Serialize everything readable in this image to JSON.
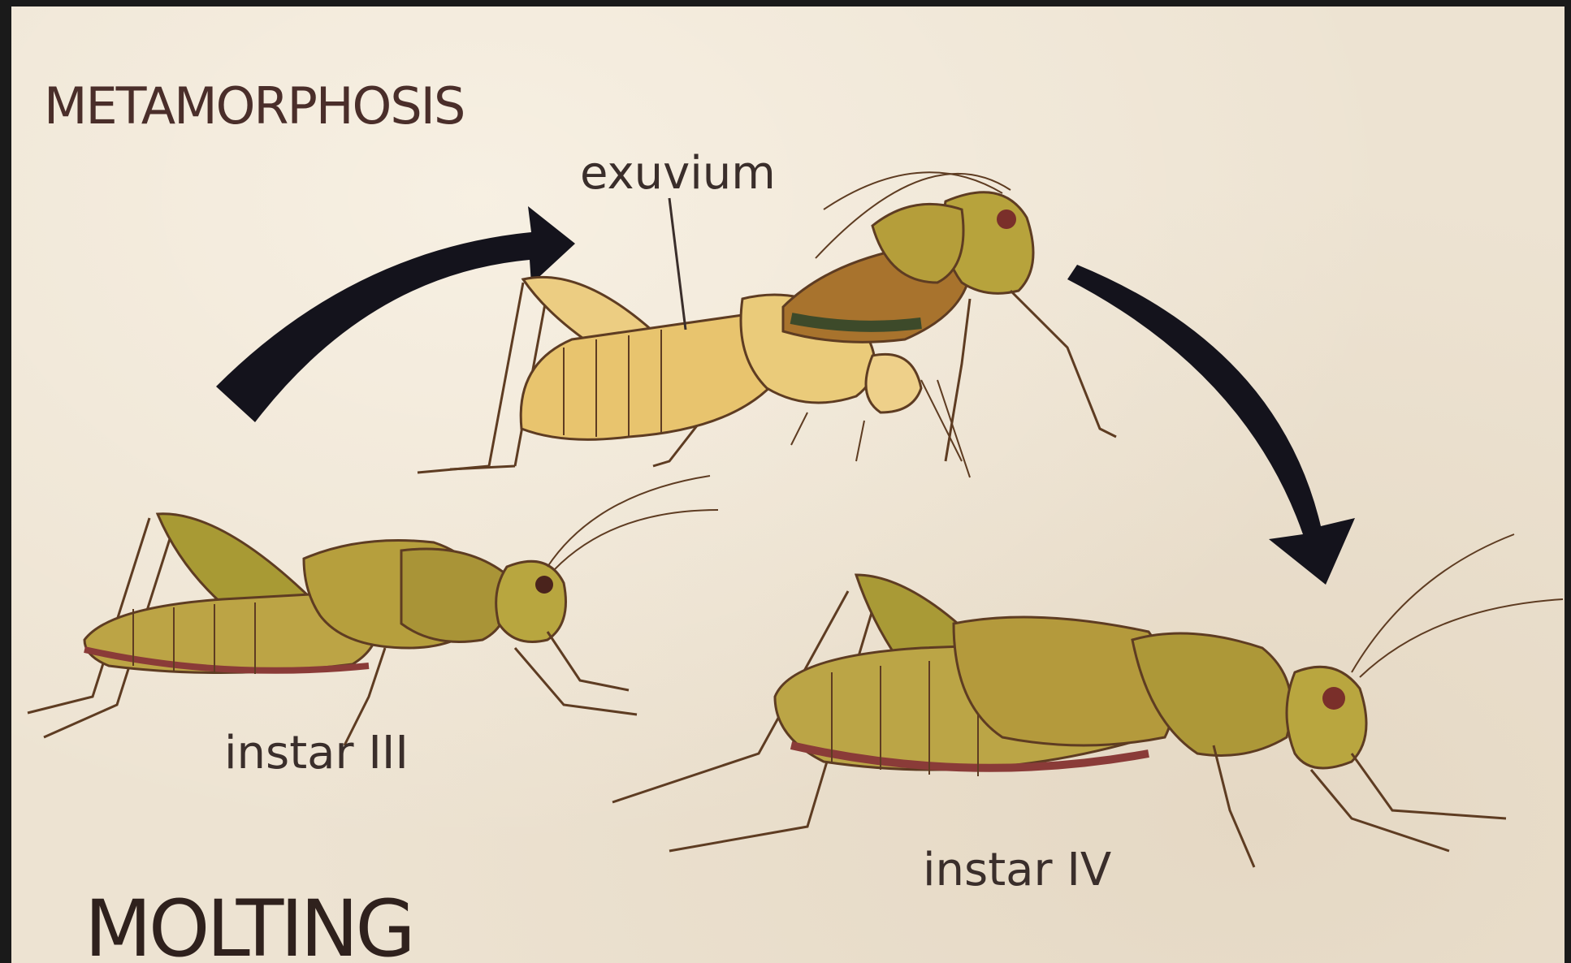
{
  "diagram": {
    "title_top": "METAMORPHOSIS",
    "title_bottom": "MOLTING",
    "labels": {
      "exuvium": "exuvium",
      "instar_3": "instar III",
      "instar_4": "instar IV"
    },
    "colors": {
      "background": "#ede3d2",
      "text": "#3b2b26",
      "arrow": "#14131c",
      "exuvium_body": "#e9c877",
      "nymph_body": "#b9a23f",
      "nymph_shade": "#8f6b2a",
      "outline": "#5e3c22"
    }
  }
}
